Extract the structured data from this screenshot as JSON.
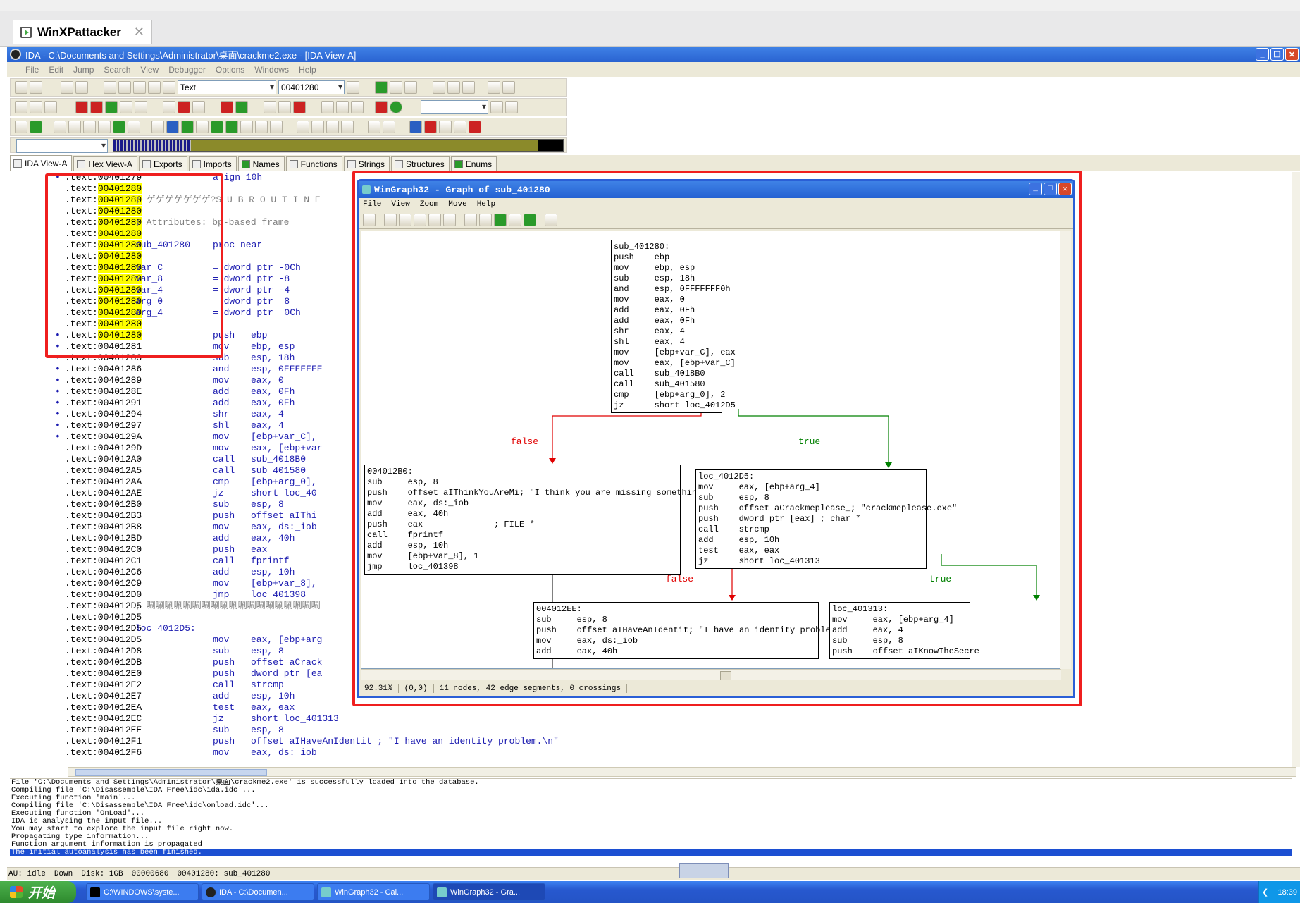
{
  "host": {
    "tab_title": "WinXPattacker"
  },
  "ida": {
    "title": "IDA - C:\\Documents and Settings\\Administrator\\桌面\\crackme2.exe - [IDA View-A]",
    "menu": [
      "File",
      "Edit",
      "Jump",
      "Search",
      "View",
      "Debugger",
      "Options",
      "Windows",
      "Help"
    ],
    "toolbar": {
      "mode_select": "Text",
      "addr_select": "00401280"
    },
    "tabs": [
      "IDA View-A",
      "Hex View-A",
      "Exports",
      "Imports",
      "Names",
      "Functions",
      "Strings",
      "Structures",
      "Enums"
    ]
  },
  "disasm": [
    {
      "dot": "•",
      "addr": ".text:00401279",
      "hl": false,
      "lab": "",
      "op": "align 10h",
      "args": "",
      "cm": ""
    },
    {
      "dot": "",
      "addr": ".text:",
      "hla": "00401280",
      "lab": "",
      "op": "",
      "args": "",
      "cm": ""
    },
    {
      "dot": "",
      "addr": ".text:",
      "hla": "00401280",
      "lab": "; ゲゲゲゲゲゲゲ?S U B R O U T I N E",
      "op": "",
      "args": "",
      "cm": "c"
    },
    {
      "dot": "",
      "addr": ".text:",
      "hla": "00401280",
      "lab": "",
      "op": "",
      "args": "",
      "cm": ""
    },
    {
      "dot": "",
      "addr": ".text:",
      "hla": "00401280",
      "lab": "; Attributes: bp-based frame",
      "op": "",
      "args": "",
      "cm": "c"
    },
    {
      "dot": "",
      "addr": ".text:",
      "hla": "00401280",
      "lab": "",
      "op": "",
      "args": "",
      "cm": ""
    },
    {
      "dot": "",
      "addr": ".text:",
      "hla": "00401280",
      "lab": "sub_401280",
      "op": "proc near",
      "args": "",
      "cm": ""
    },
    {
      "dot": "",
      "addr": ".text:",
      "hla": "00401280",
      "lab": "",
      "op": "",
      "args": "",
      "cm": ""
    },
    {
      "dot": "",
      "addr": ".text:",
      "hla": "00401280",
      "lab": "var_C",
      "op": "= dword ptr -0Ch",
      "args": "",
      "cm": ""
    },
    {
      "dot": "",
      "addr": ".text:",
      "hla": "00401280",
      "lab": "var_8",
      "op": "= dword ptr -8",
      "args": "",
      "cm": ""
    },
    {
      "dot": "",
      "addr": ".text:",
      "hla": "00401280",
      "lab": "var_4",
      "op": "= dword ptr -4",
      "args": "",
      "cm": ""
    },
    {
      "dot": "",
      "addr": ".text:",
      "hla": "00401280",
      "lab": "arg_0",
      "op": "= dword ptr  8",
      "args": "",
      "cm": ""
    },
    {
      "dot": "",
      "addr": ".text:",
      "hla": "00401280",
      "lab": "arg_4",
      "op": "= dword ptr  0Ch",
      "args": "",
      "cm": ""
    },
    {
      "dot": "",
      "addr": ".text:",
      "hla": "00401280",
      "lab": "",
      "op": "",
      "args": "",
      "cm": ""
    },
    {
      "dot": "•",
      "addr": ".text:",
      "hla": "00401280",
      "lab": "",
      "op": "push",
      "args": "ebp",
      "cm": ""
    },
    {
      "dot": "•",
      "addr": ".text:00401281",
      "lab": "",
      "op": "mov",
      "args": "ebp, esp",
      "cm": ""
    },
    {
      "dot": "•",
      "addr": ".text:00401283",
      "lab": "",
      "op": "sub",
      "args": "esp, 18h",
      "cm": ""
    },
    {
      "dot": "•",
      "addr": ".text:00401286",
      "lab": "",
      "op": "and",
      "args": "esp, 0FFFFFFF",
      "cm": ""
    },
    {
      "dot": "•",
      "addr": ".text:00401289",
      "lab": "",
      "op": "mov",
      "args": "eax, 0",
      "cm": ""
    },
    {
      "dot": "•",
      "addr": ".text:0040128E",
      "lab": "",
      "op": "add",
      "args": "eax, 0Fh",
      "cm": ""
    },
    {
      "dot": "•",
      "addr": ".text:00401291",
      "lab": "",
      "op": "add",
      "args": "eax, 0Fh",
      "cm": ""
    },
    {
      "dot": "•",
      "addr": ".text:00401294",
      "lab": "",
      "op": "shr",
      "args": "eax, 4",
      "cm": ""
    },
    {
      "dot": "•",
      "addr": ".text:00401297",
      "lab": "",
      "op": "shl",
      "args": "eax, 4",
      "cm": ""
    },
    {
      "dot": "•",
      "addr": ".text:0040129A",
      "lab": "",
      "op": "mov",
      "args": "[ebp+var_C],",
      "cm": ""
    },
    {
      "dot": "",
      "addr": ".text:0040129D",
      "lab": "",
      "op": "mov",
      "args": "eax, [ebp+var",
      "cm": ""
    },
    {
      "dot": "",
      "addr": ".text:004012A0",
      "lab": "",
      "op": "call",
      "args": "sub_4018B0",
      "cm": ""
    },
    {
      "dot": "",
      "addr": ".text:004012A5",
      "lab": "",
      "op": "call",
      "args": "sub_401580",
      "cm": ""
    },
    {
      "dot": "",
      "addr": ".text:004012AA",
      "lab": "",
      "op": "cmp",
      "args": "[ebp+arg_0],",
      "cm": ""
    },
    {
      "dot": "",
      "addr": ".text:004012AE",
      "lab": "",
      "op": "jz",
      "args": "short loc_40",
      "cm": ""
    },
    {
      "dot": "",
      "addr": ".text:004012B0",
      "lab": "",
      "op": "sub",
      "args": "esp, 8",
      "cm": ""
    },
    {
      "dot": "",
      "addr": ".text:004012B3",
      "lab": "",
      "op": "push",
      "args": "offset aIThi",
      "cm": ""
    },
    {
      "dot": "",
      "addr": ".text:004012B8",
      "lab": "",
      "op": "mov",
      "args": "eax, ds:_iob",
      "cm": ""
    },
    {
      "dot": "",
      "addr": ".text:004012BD",
      "lab": "",
      "op": "add",
      "args": "eax, 40h",
      "cm": ""
    },
    {
      "dot": "",
      "addr": ".text:004012C0",
      "lab": "",
      "op": "push",
      "args": "eax",
      "cm": ""
    },
    {
      "dot": "",
      "addr": ".text:004012C1",
      "lab": "",
      "op": "call",
      "args": "fprintf",
      "cm": ""
    },
    {
      "dot": "",
      "addr": ".text:004012C6",
      "lab": "",
      "op": "add",
      "args": "esp, 10h",
      "cm": ""
    },
    {
      "dot": "",
      "addr": ".text:004012C9",
      "lab": "",
      "op": "mov",
      "args": "[ebp+var_8],",
      "cm": ""
    },
    {
      "dot": "",
      "addr": ".text:004012D0",
      "lab": "",
      "op": "jmp",
      "args": "loc_401398",
      "cm": ""
    },
    {
      "dot": "",
      "addr": ".text:004012D5",
      "lab": "; 唰唰唰唰唰唰唰唰唰唰唰唰唰唰唰唰唰唰唰",
      "op": "",
      "args": "",
      "cm": "c"
    },
    {
      "dot": "",
      "addr": ".text:004012D5",
      "lab": "",
      "op": "",
      "args": "",
      "cm": ""
    },
    {
      "dot": "",
      "addr": ".text:004012D5",
      "lab": "loc_4012D5:",
      "op": "",
      "args": "",
      "cm": ""
    },
    {
      "dot": "",
      "addr": ".text:004012D5",
      "lab": "",
      "op": "mov",
      "args": "eax, [ebp+arg",
      "cm": ""
    },
    {
      "dot": "",
      "addr": ".text:004012D8",
      "lab": "",
      "op": "sub",
      "args": "esp, 8",
      "cm": ""
    },
    {
      "dot": "",
      "addr": ".text:004012DB",
      "lab": "",
      "op": "push",
      "args": "offset aCrack",
      "cm": ""
    },
    {
      "dot": "",
      "addr": ".text:004012E0",
      "lab": "",
      "op": "push",
      "args": "dword ptr [ea",
      "cm": ""
    },
    {
      "dot": "",
      "addr": ".text:004012E2",
      "lab": "",
      "op": "call",
      "args": "strcmp",
      "cm": ""
    },
    {
      "dot": "",
      "addr": ".text:004012E7",
      "lab": "",
      "op": "add",
      "args": "esp, 10h",
      "cm": ""
    },
    {
      "dot": "",
      "addr": ".text:004012EA",
      "lab": "",
      "op": "test",
      "args": "eax, eax",
      "cm": ""
    },
    {
      "dot": "",
      "addr": ".text:004012EC",
      "lab": "",
      "op": "jz",
      "args": "short loc_401313",
      "cm": ""
    },
    {
      "dot": "",
      "addr": ".text:004012EE",
      "lab": "",
      "op": "sub",
      "args": "esp, 8",
      "cm": ""
    },
    {
      "dot": "",
      "addr": ".text:004012F1",
      "lab": "",
      "op": "push",
      "args": "offset aIHaveAnIdentit ; \"I have an identity problem.\\n\"",
      "cm": ""
    },
    {
      "dot": "",
      "addr": ".text:004012F6",
      "lab": "",
      "op": "mov",
      "args": "eax, ds:_iob",
      "cm": ""
    }
  ],
  "output": [
    "File 'C:\\Documents and Settings\\Administrator\\桌面\\crackme2.exe' is successfully loaded into the database.",
    "Compiling file 'C:\\Disassemble\\IDA Free\\idc\\ida.idc'...",
    "Executing function 'main'...",
    "Compiling file 'C:\\Disassemble\\IDA Free\\idc\\onload.idc'...",
    "Executing function 'OnLoad'...",
    "IDA is analysing the input file...",
    "You may start to explore the input file right now.",
    "Propagating type information...",
    "Function argument information is propagated",
    "The initial autoanalysis has been finished."
  ],
  "status": {
    "au": "AU:  idle",
    "dir": "Down",
    "disk": "Disk: 1GB",
    "off": "00000680",
    "loc": "00401280: sub_401280"
  },
  "wingraph": {
    "title": "WinGraph32 - Graph of sub_401280",
    "menu": [
      "File",
      "View",
      "Zoom",
      "Move",
      "Help"
    ],
    "status": [
      "92.31%",
      "(0,0)",
      "11 nodes, 42 edge segments, 0 crossings"
    ],
    "nodes": {
      "n1": "sub_401280:\npush    ebp\nmov     ebp, esp\nsub     esp, 18h\nand     esp, 0FFFFFFF0h\nmov     eax, 0\nadd     eax, 0Fh\nadd     eax, 0Fh\nshr     eax, 4\nshl     eax, 4\nmov     [ebp+var_C], eax\nmov     eax, [ebp+var_C]\ncall    sub_4018B0\ncall    sub_401580\ncmp     [ebp+arg_0], 2\njz      short loc_4012D5",
      "n2": "004012B0:\nsub     esp, 8\npush    offset aIThinkYouAreMi; \"I think you are missing something.\\n\"\nmov     eax, ds:_iob\nadd     eax, 40h\npush    eax              ; FILE *\ncall    fprintf\nadd     esp, 10h\nmov     [ebp+var_8], 1\njmp     loc_401398",
      "n3": "loc_4012D5:\nmov     eax, [ebp+arg_4]\nsub     esp, 8\npush    offset aCrackmeplease_; \"crackmeplease.exe\"\npush    dword ptr [eax] ; char *\ncall    strcmp\nadd     esp, 10h\ntest    eax, eax\njz      short loc_401313",
      "n4": "004012EE:\nsub     esp, 8\npush    offset aIHaveAnIdentit; \"I have an identity problem.\\n\"\nmov     eax, ds:_iob\nadd     eax, 40h",
      "n5": "loc_401313:\nmov     eax, [ebp+arg_4]\nadd     eax, 4\nsub     esp, 8\npush    offset aIKnowTheSecre"
    },
    "edges": {
      "e1": "false",
      "e2": "true",
      "e3": "false",
      "e4": "true"
    }
  },
  "taskbar": {
    "start": "开始",
    "tasks": [
      "C:\\WINDOWS\\syste...",
      "IDA - C:\\Documen...",
      "WinGraph32 - Cal...",
      "WinGraph32 - Gra..."
    ],
    "clock": "18:39"
  },
  "colors": {
    "highlight": "#ffff00",
    "annotation_red": "#ef1f1f",
    "true_edge": "#008000",
    "false_edge": "#e00000"
  }
}
